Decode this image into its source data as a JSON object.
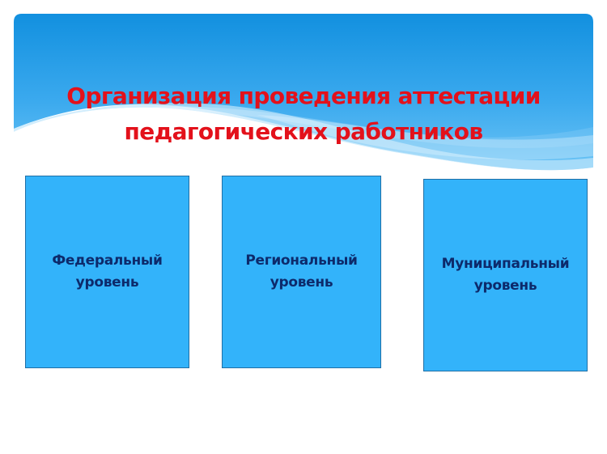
{
  "slide": {
    "title": {
      "line1": "Организация проведения аттестации",
      "line2": "педагогических работников"
    },
    "levels": [
      {
        "line1": "Федеральный",
        "line2": "уровень"
      },
      {
        "line1": "Региональный",
        "line2": "уровень"
      },
      {
        "line1": "Муниципальный",
        "line2": "уровень"
      }
    ],
    "colors": {
      "banner_top": "#1294e0",
      "banner_bottom": "#4cb6f2",
      "title": "#e3111b",
      "box_fill": "#33b3fa",
      "box_border": "#1f6fa6",
      "box_text": "#0d2a6b"
    }
  }
}
